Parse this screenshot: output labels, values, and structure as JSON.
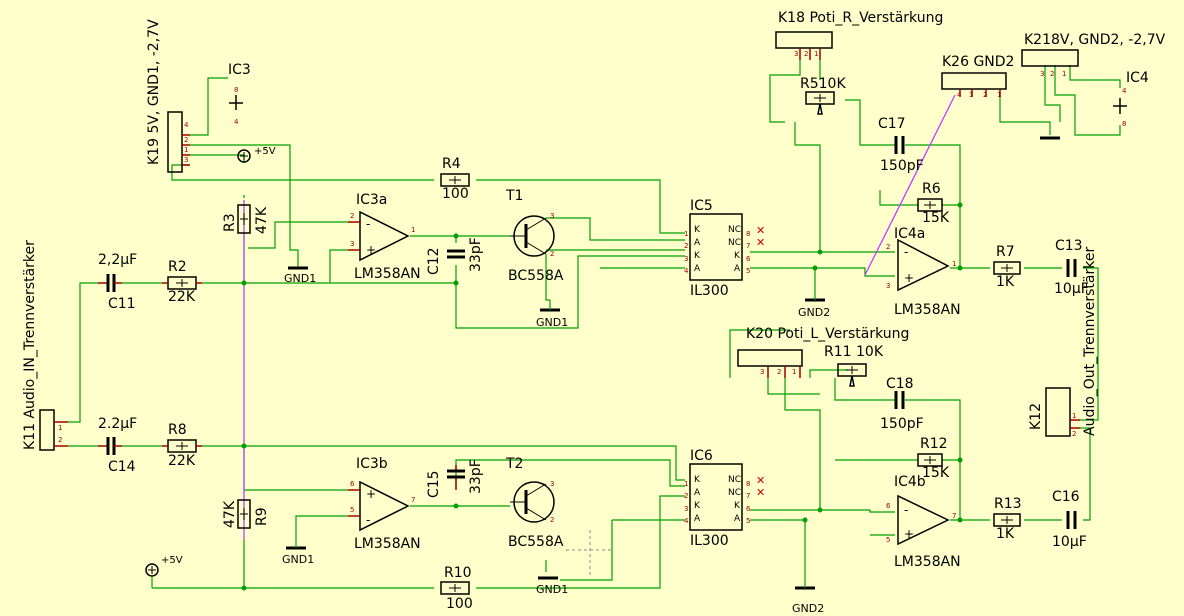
{
  "colors": {
    "background": "#ffffcc",
    "wire": "#00a000",
    "bus": "#c040ff",
    "component": "#000000",
    "pin": "#a00000",
    "nc_mark": "#d00000"
  },
  "connectors": {
    "k19_label": "K19",
    "k19_value": "5V, GND1, -2,7V",
    "k11_label": "K11",
    "k11_value": "Audio_IN_Trennverstärker",
    "k18_label": "K18",
    "k18_value": "Poti_R_Verstärkung",
    "k26_label": "K26",
    "k26_value": "GND2",
    "k21_label": "K21",
    "k21_value": "8V, GND2, -2,7V",
    "k20_label": "K20",
    "k20_value": "Poti_L_Verstärkung",
    "k12_label": "K12",
    "k12_value": "Audio_Out_Trennverstärker"
  },
  "ics": {
    "ic3": "IC3",
    "ic4": "IC4",
    "ic3a": "IC3a",
    "ic3b": "IC3b",
    "ic4a": "IC4a",
    "ic4b": "IC4b",
    "lm358_1": "LM358AN",
    "lm358_2": "LM358AN",
    "lm358_3": "LM358AN",
    "lm358_4": "LM358AN",
    "ic5": "IC5",
    "ic6": "IC6",
    "il300_1": "IL300",
    "il300_2": "IL300"
  },
  "transistors": {
    "t1": "T1",
    "t2": "T2",
    "t1_value": "BC558A",
    "t2_value": "BC558A"
  },
  "resistors": {
    "r2": "R2",
    "r2_value": "22K",
    "r3": "R3",
    "r3_value": "47K",
    "r4": "R4",
    "r4_value": "100",
    "r5": "R5",
    "r5_value": "10K",
    "r6": "R6",
    "r6_value": "15K",
    "r7": "R7",
    "r7_value": "1K",
    "r8": "R8",
    "r8_value": "22K",
    "r9": "R9",
    "r9_value": "47K",
    "r10": "R10",
    "r10_value": "100",
    "r11": "R11",
    "r11_value": "10K",
    "r12": "R12",
    "r12_value": "15K",
    "r13": "R13",
    "r13_value": "1K"
  },
  "capacitors": {
    "c11": "C11",
    "c11_value": "2,2µF",
    "c12": "C12",
    "c12_value": "33pF",
    "c13": "C13",
    "c13_value": "10µF",
    "c14": "C14",
    "c14_value": "2.2µF",
    "c15": "C15",
    "c15_value": "33pF",
    "c16": "C16",
    "c16_value": "10µF",
    "c17": "C17",
    "c17_value": "150pF",
    "c18": "C18",
    "c18_value": "150pF"
  },
  "power": {
    "plus5v_1": "+5V",
    "plus5v_2": "+5V",
    "gnd1_1": "GND1",
    "gnd1_2": "GND1",
    "gnd1_3": "GND1",
    "gnd1_4": "GND1",
    "gnd2_1": "GND2",
    "gnd2_2": "GND2"
  },
  "il300_pins": {
    "k": "K",
    "a": "A",
    "nc": "NC"
  }
}
